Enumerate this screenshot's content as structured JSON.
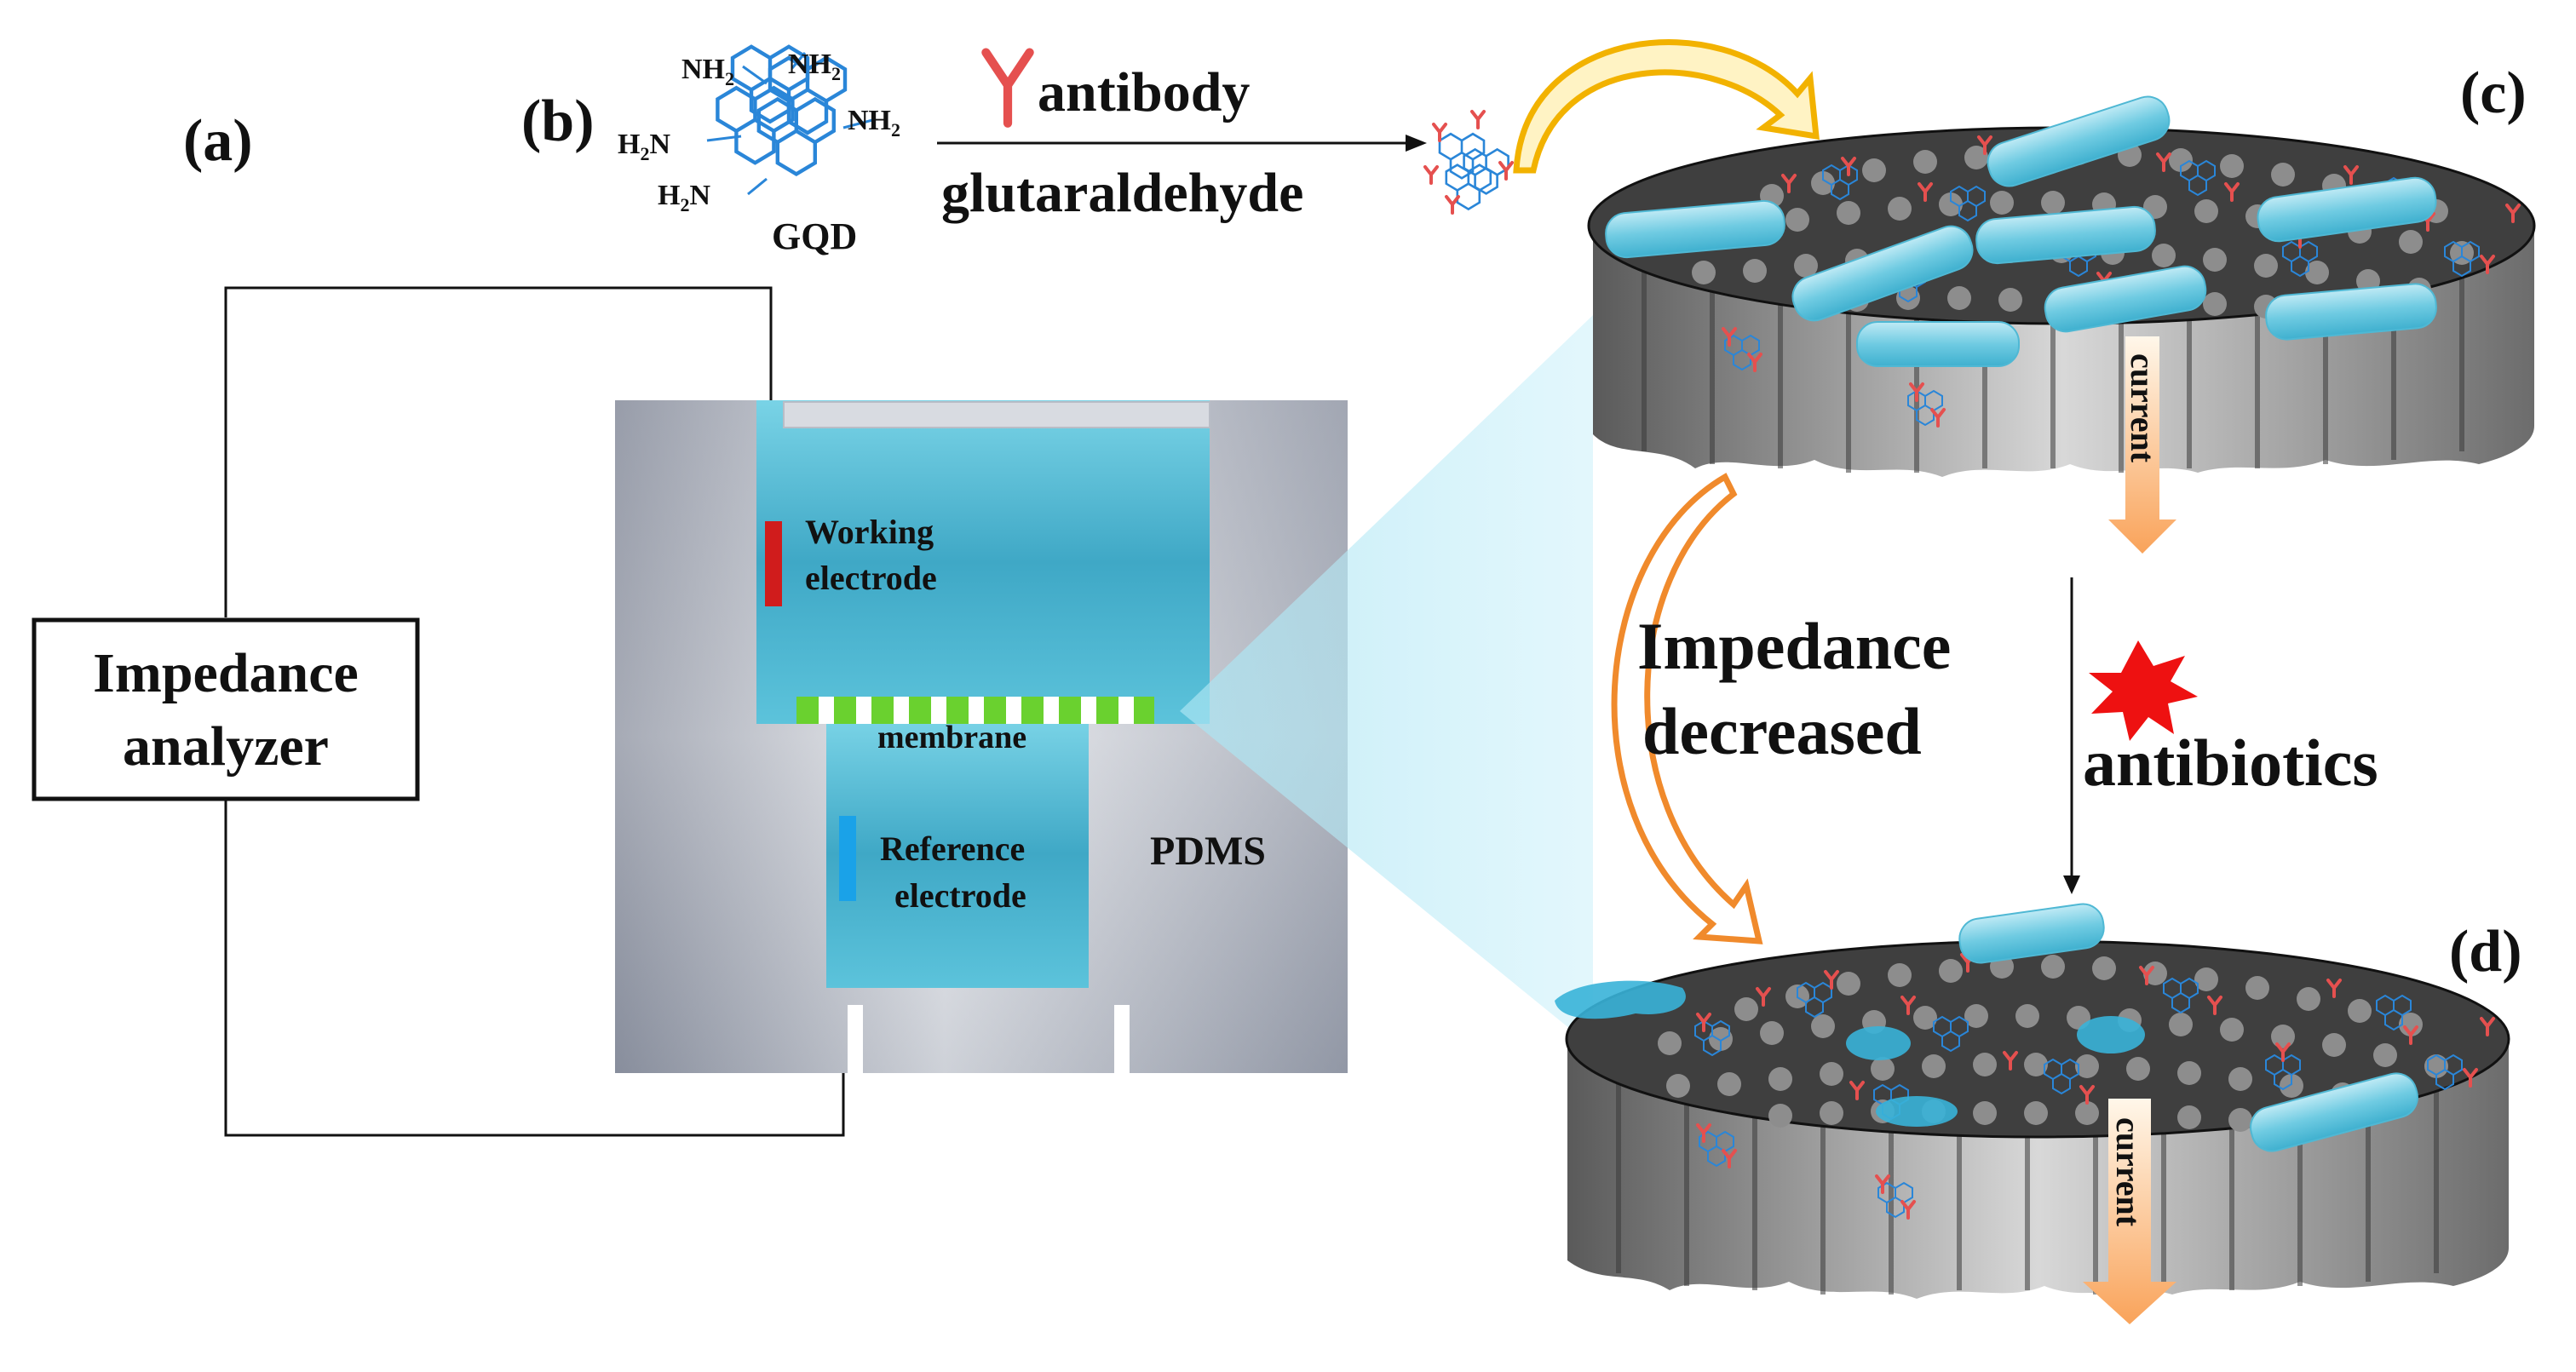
{
  "panels": {
    "a": "(a)",
    "b": "(b)",
    "c": "(c)",
    "d": "(d)"
  },
  "analyzer": {
    "line1": "Impedance",
    "line2": "analyzer"
  },
  "cell": {
    "working_line1": "Working",
    "working_line2": "electrode",
    "membrane": "membrane",
    "reference_line1": "Reference",
    "reference_line2": "electrode",
    "pdms": "PDMS"
  },
  "gqd": {
    "label": "GQD",
    "groups": {
      "nh2_top_left": "NH",
      "nh2_top_right": "NH",
      "nh2_right": "NH",
      "h2n_left": "H",
      "h2n_bottom": "H",
      "sub_2": "2",
      "n_suffix": "N"
    }
  },
  "reaction": {
    "reagent_top": "antibody",
    "reagent_bottom": "glutaraldehyde"
  },
  "process": {
    "impedance_line1": "Impedance",
    "impedance_line2": "decreased",
    "antibiotics": "antibiotics",
    "current_top": "current",
    "current_bottom": "current"
  },
  "colors": {
    "fluid": "#5cc6dc",
    "fluid_dark": "#2e9fbd",
    "pdms_gray": "#9aa0ab",
    "working_electrode": "#d01c1c",
    "reference_electrode": "#1aa2e8",
    "membrane_green": "#6ad12f",
    "antibody_red": "#e5504f",
    "gqd_blue": "#2a86d8",
    "bacteria_cyan": "#7fd3e6",
    "arrow_yellow": "#f2b200",
    "arrow_orange": "#f08a2c",
    "burst_red": "#ee1111"
  }
}
